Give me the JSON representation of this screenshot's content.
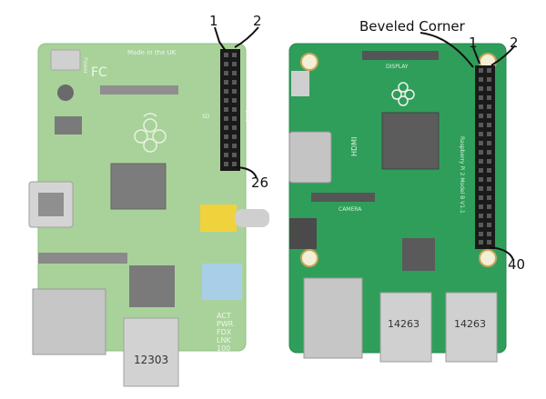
{
  "left_board": {
    "pin_first_a": "1",
    "pin_first_b": "2",
    "pin_last": "26",
    "silk_made_in": "Made in the UK",
    "silk_power": "Power",
    "silk_sd": "SD",
    "silk_gpio": "GPIO",
    "usb_code": "12303",
    "leds": [
      "ACT",
      "PWR",
      "FDX",
      "LNK",
      "100"
    ]
  },
  "right_board": {
    "callout": "Beveled Corner",
    "pin_first_a": "1",
    "pin_first_b": "2",
    "pin_last": "40",
    "silk_display": "DISPLAY",
    "silk_hdmi": "HDMI",
    "silk_camera": "CAMERA",
    "silk_model": "Raspberry Pi 2 Model B V1.1",
    "usb_code_a": "14263",
    "usb_code_b": "14263"
  },
  "colors": {
    "pcb_left": "#a8d29a",
    "pcb_right": "#2f9e5a",
    "header": "#1a1a1a",
    "metal": "#c9c9c9",
    "audio_yellow": "#f0d23c",
    "audio_blue": "#a9cfe8"
  }
}
